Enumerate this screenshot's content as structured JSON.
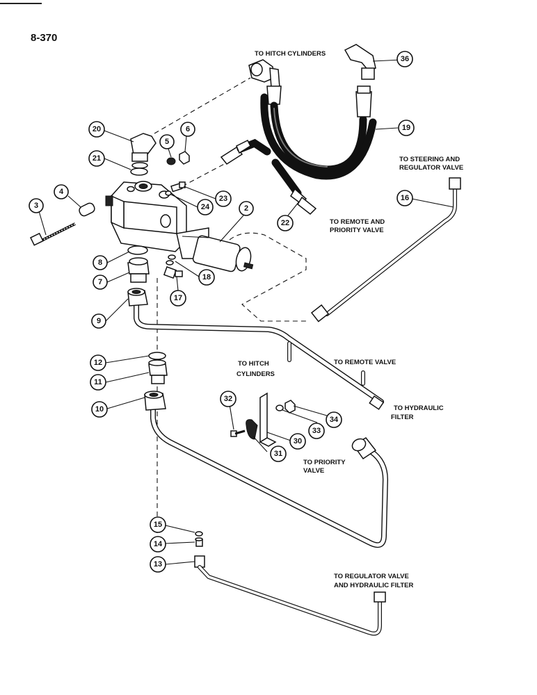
{
  "page": {
    "number": "8-370"
  },
  "labels": {
    "to_hitch_cylinders_top": "TO HITCH CYLINDERS",
    "to_steering_l1": "TO STEERING AND",
    "to_steering_l2": "REGULATOR VALVE",
    "to_remote_priority_l1": "TO REMOTE AND",
    "to_remote_priority_l2": "PRIORITY VALVE",
    "to_hitch_mid_l1": "TO HITCH",
    "to_hitch_mid_l2": "CYLINDERS",
    "to_remote_valve": "TO REMOTE VALVE",
    "to_hydraulic_l1": "TO HYDRAULIC",
    "to_hydraulic_l2": "FILTER",
    "to_priority_l1": "TO PRIORITY",
    "to_priority_l2": "VALVE",
    "to_regulator_l1": "TO REGULATOR VALVE",
    "to_regulator_l2": "AND HYDRAULIC FILTER"
  },
  "callouts": {
    "c2": "2",
    "c3": "3",
    "c4": "4",
    "c5": "5",
    "c6": "6",
    "c7": "7",
    "c8": "8",
    "c9": "9",
    "c10": "10",
    "c11": "11",
    "c12": "12",
    "c13": "13",
    "c14": "14",
    "c15": "15",
    "c16": "16",
    "c17": "17",
    "c18": "18",
    "c19": "19",
    "c20": "20",
    "c21": "21",
    "c22": "22",
    "c23": "23",
    "c24": "24",
    "c30": "30",
    "c31": "31",
    "c32": "32",
    "c33": "33",
    "c34": "34",
    "c36": "36"
  }
}
